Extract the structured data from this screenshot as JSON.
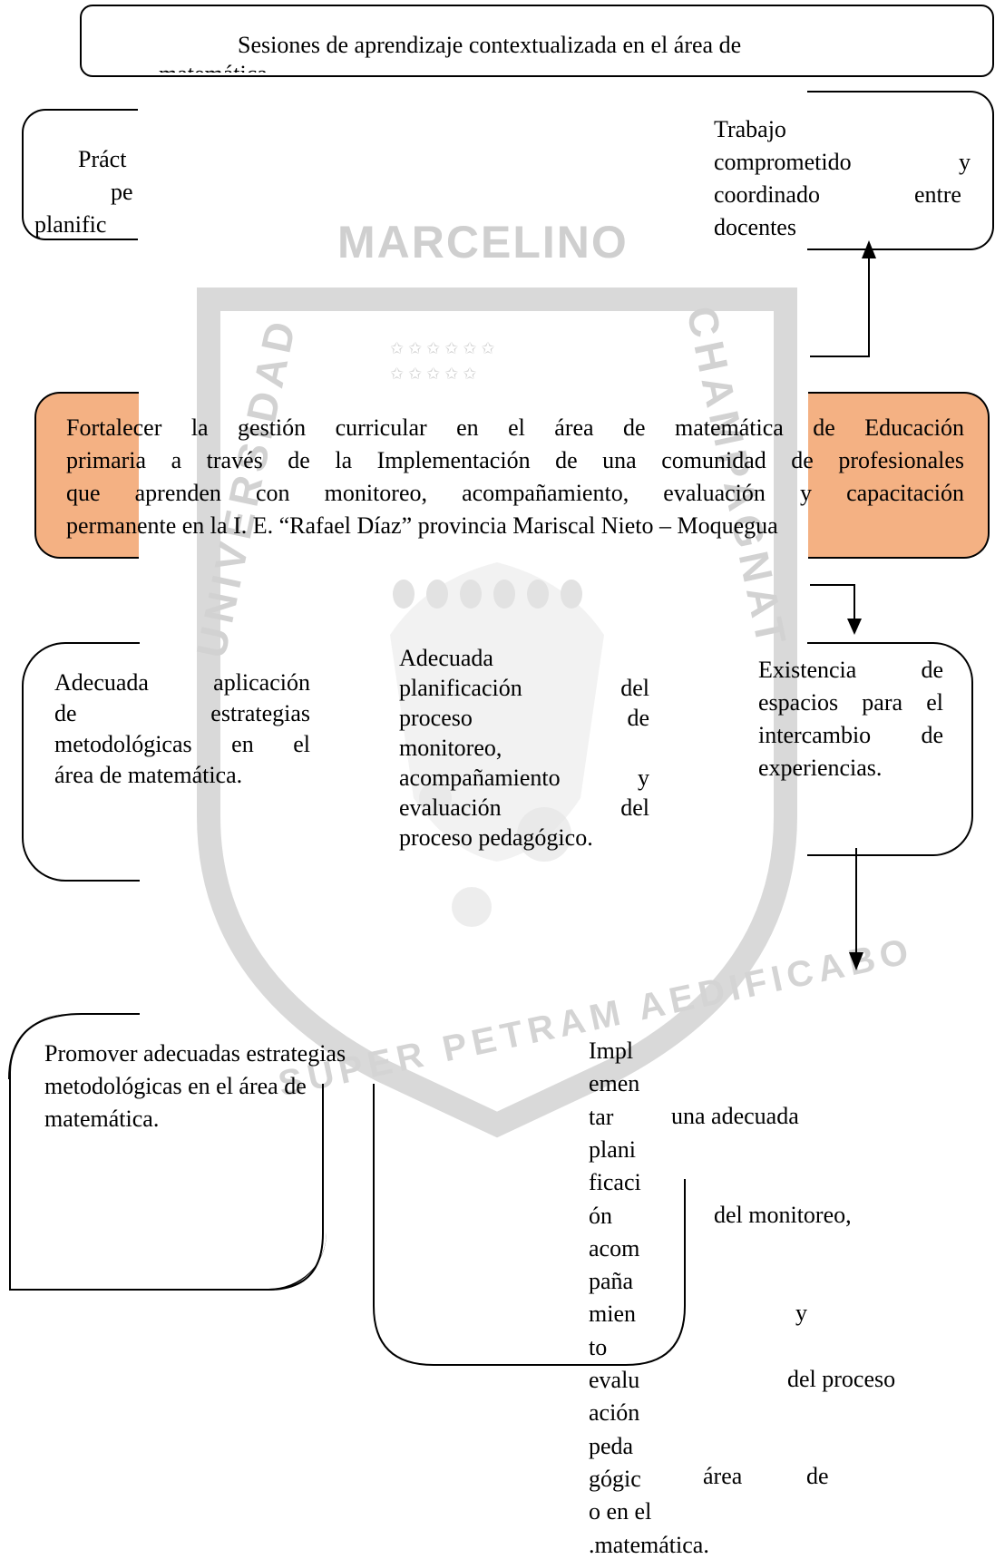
{
  "watermark": {
    "top_text": "MARCELINO",
    "left_text": "UNIVERSIDAD",
    "right_text": "CHAMPAGNAT",
    "bottom_text": "SUPER PETRAM AEDIFICABO",
    "color": "#c8c8c8"
  },
  "colors": {
    "objective_fill": "#f4b183",
    "line": "#000000"
  },
  "top_box": {
    "line1": "Sesiones de aprendizaje contextualizada en el área de",
    "line2": "matemática"
  },
  "left_box": {
    "line1": "Práct",
    "line2": "pe",
    "line3": "planific"
  },
  "right_box": {
    "line1": "Trabajo",
    "line2a": "comprometido",
    "line2b": "y",
    "line3a": "coordinado",
    "line3b": "entre",
    "line4": "docentes"
  },
  "objective": {
    "lines": [
      "Fortalecer la gestión curricular en el área de matemática de Educación",
      "primaria a través de la Implementación de una comunidad de profesionales",
      "que aprenden con monitoreo, acompañamiento, evaluación y capacitación",
      "permanente en la I. E. “Rafael Díaz” provincia Mariscal Nieto – Moquegua"
    ]
  },
  "mid_left": {
    "lines": [
      "Adecuada aplicación",
      "de estrategias",
      "metodológicas en el",
      "área de matemática."
    ]
  },
  "mid_center": {
    "lines": [
      "Adecuada",
      "planificación del",
      "proceso de",
      "monitoreo,",
      "acompañamiento y",
      "evaluación del",
      "proceso pedagógico."
    ]
  },
  "mid_right": {
    "lines": [
      "Existencia de",
      "espacios para el",
      "intercambio de",
      "experiencias."
    ]
  },
  "bottom_left": {
    "lines": [
      "Promover adecuadas estrategias",
      "metodológicas en el área de",
      "matemática."
    ]
  },
  "bottom_right": {
    "col": [
      "Impl",
      "emen",
      "tar",
      "plani",
      "ficaci",
      "ón",
      "acom",
      "paña",
      "mien",
      "to",
      "evalu",
      "ación",
      "peda",
      "gógic",
      "o en el",
      ".matemática."
    ],
    "side": {
      "una_adecuada": "una adecuada",
      "del_monitoreo": "del monitoreo,",
      "y": "y",
      "del_proceso": "del proceso",
      "area": "área",
      "de": "de"
    }
  }
}
